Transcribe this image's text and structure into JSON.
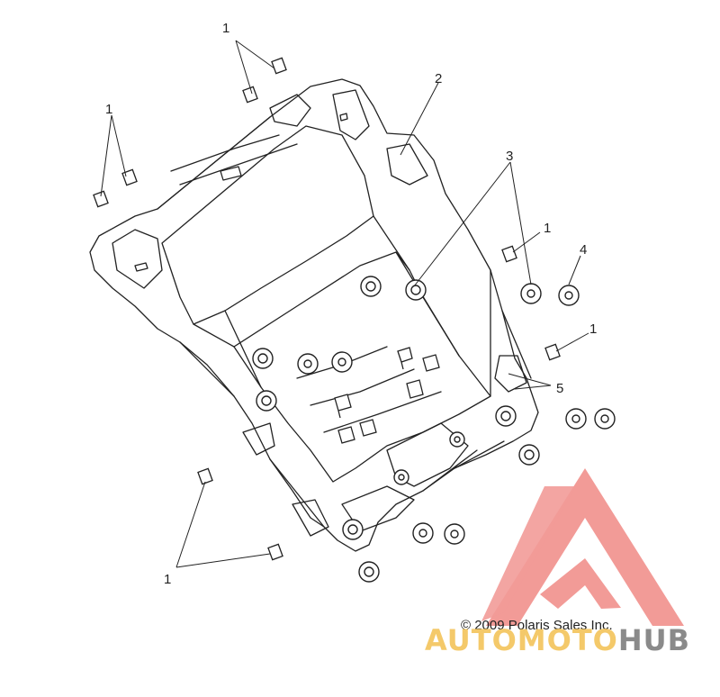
{
  "callouts": {
    "c1a": "1",
    "c1b": "1",
    "c2": "2",
    "c3": "3",
    "c1c": "1",
    "c4": "4",
    "c1d": "1",
    "c5": "5",
    "c1e": "1"
  },
  "copyright": "© 2009 Polaris Sales Inc.",
  "watermark": {
    "part1": "AUTO",
    "part2": "MOTO",
    "part3": "HUB"
  },
  "colors": {
    "line": "#222222",
    "watermark_red": "#f08a86",
    "watermark_gold": "#f4c96a",
    "watermark_gray": "#8a8a8a"
  }
}
